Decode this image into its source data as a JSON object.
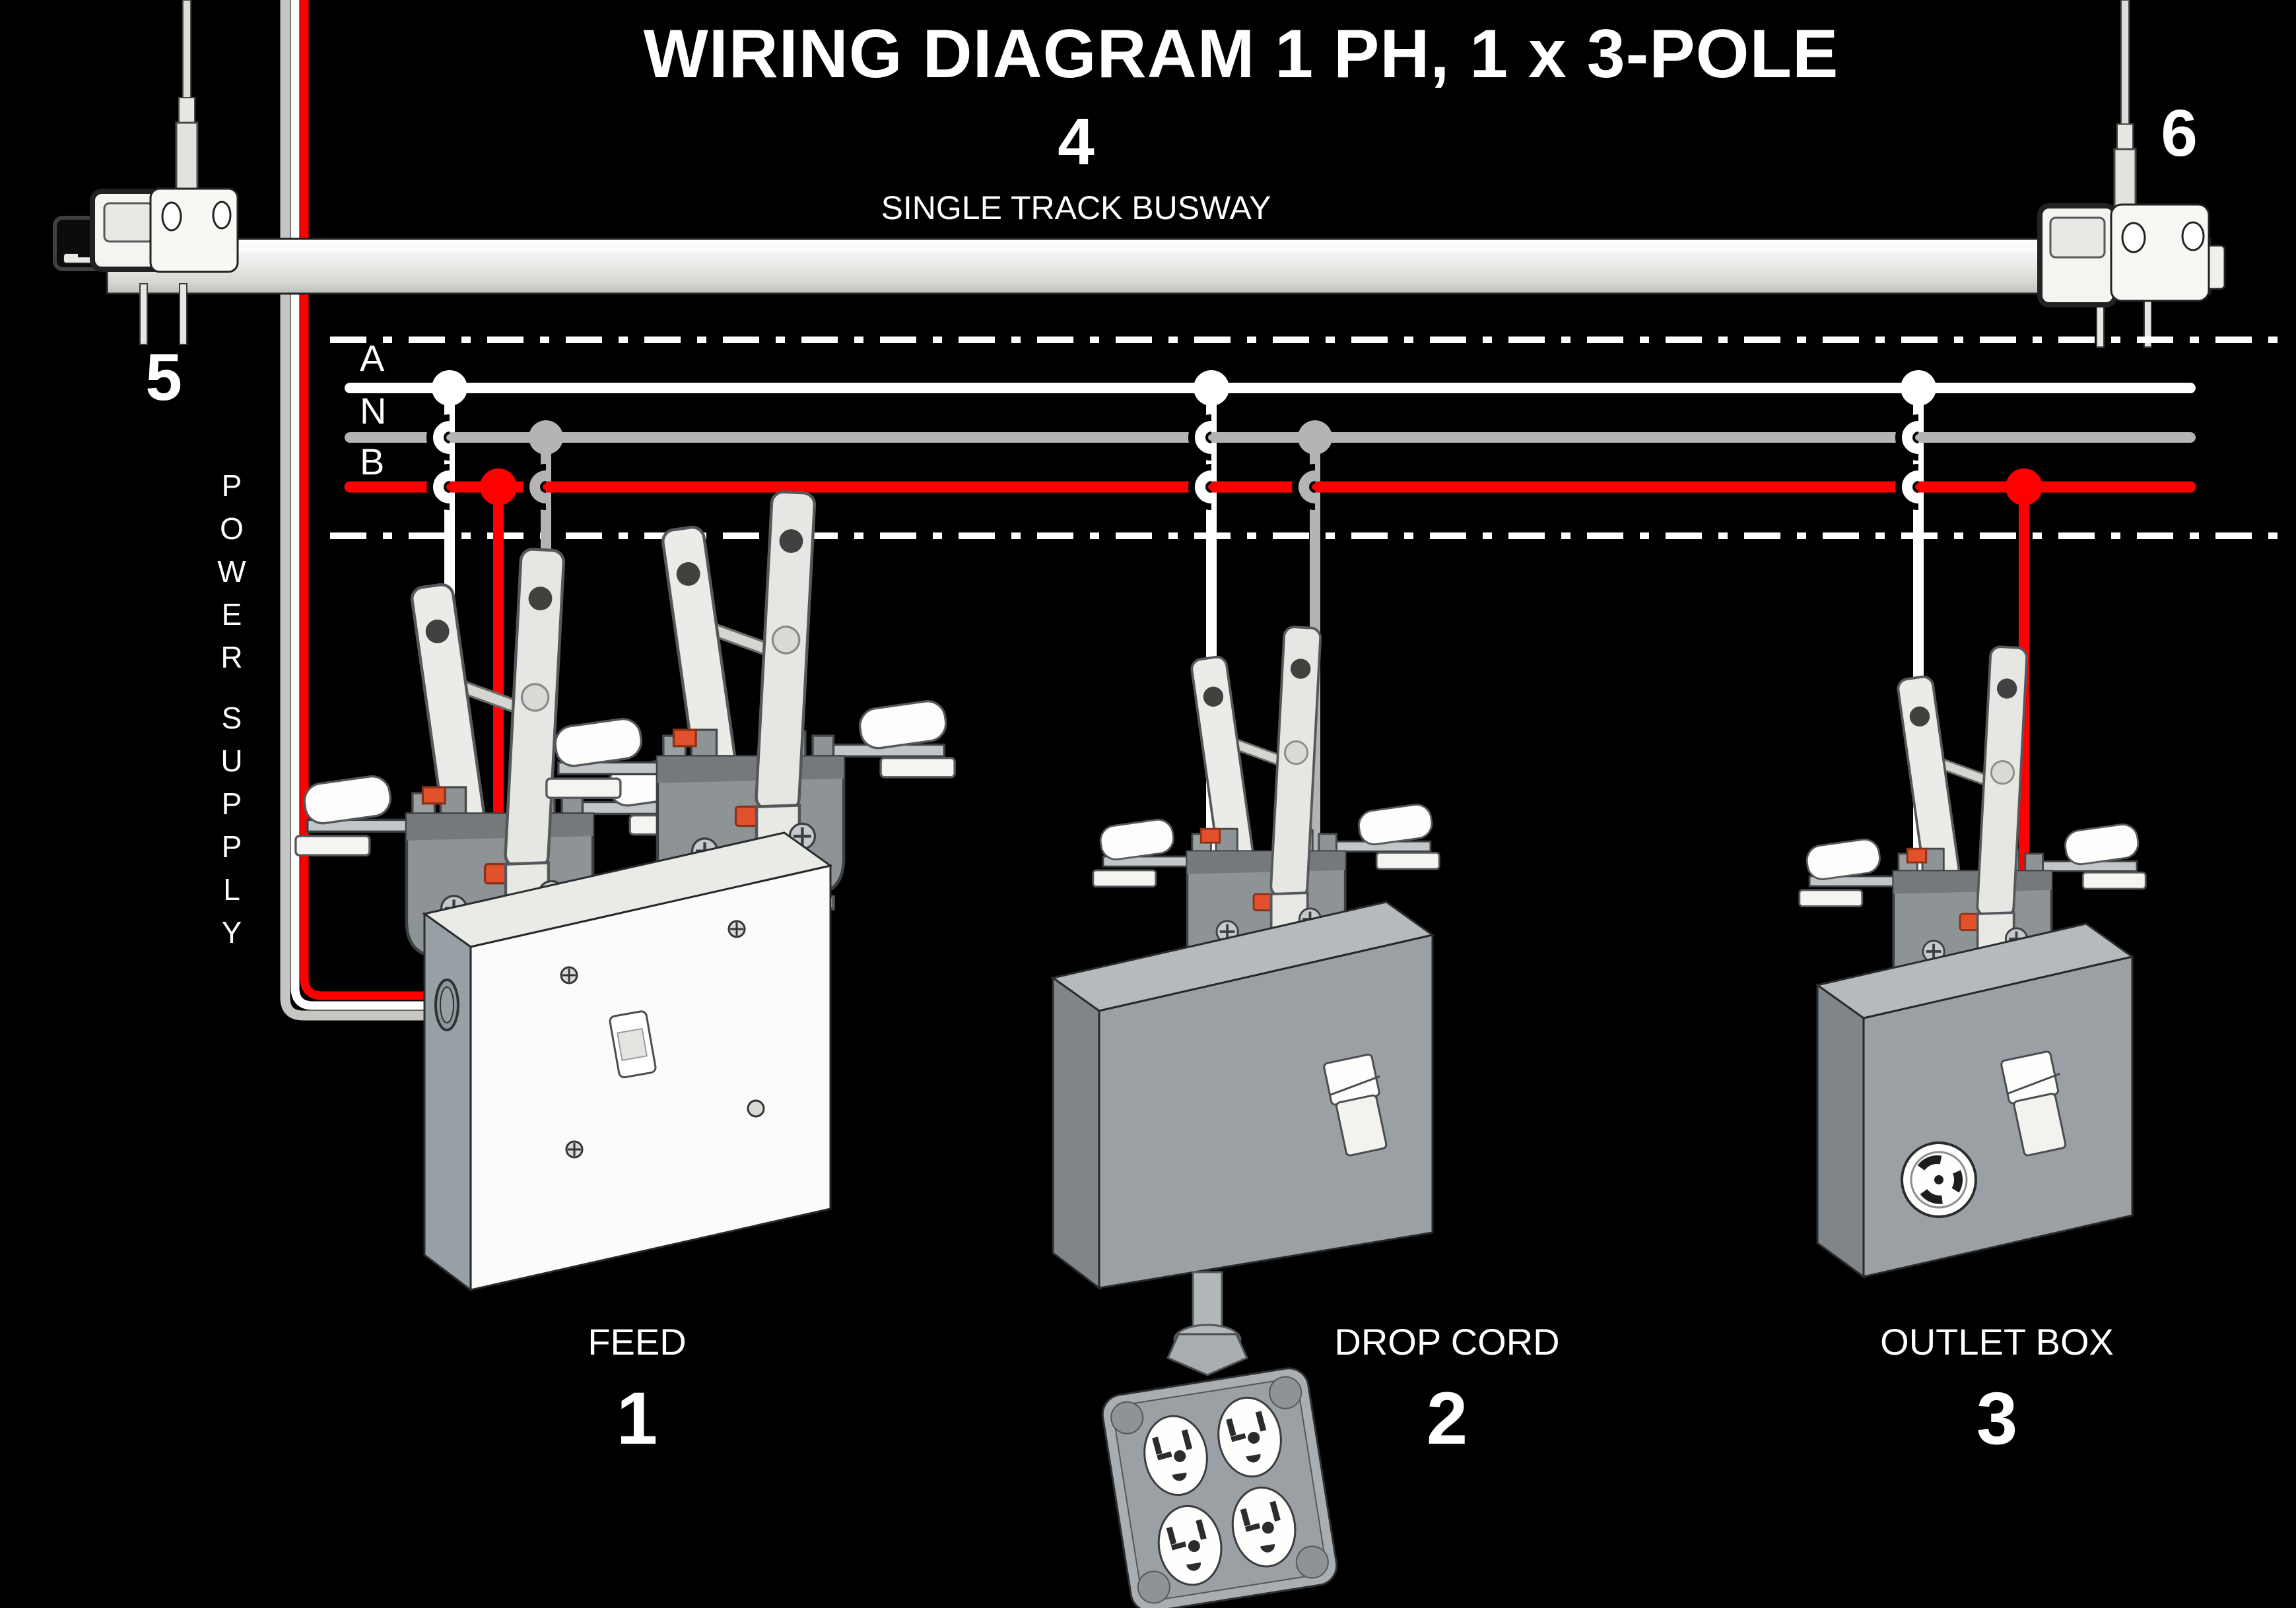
{
  "title": "WIRING DIAGRAM 1 PH, 1 x 3-POLE",
  "busway": {
    "number": "4",
    "caption": "SINGLE TRACK BUSWAY",
    "left_end_number": "5",
    "right_end_number": "6"
  },
  "power_supply": {
    "word1": "POWER",
    "word2": "SUPPLY"
  },
  "wire_labels": {
    "phase_a": "A",
    "neutral": "N",
    "phase_b": "B"
  },
  "devices": [
    {
      "label": "FEED",
      "number": "1"
    },
    {
      "label": "DROP CORD",
      "number": "2"
    },
    {
      "label": "OUTLET BOX",
      "number": "3"
    }
  ],
  "colors": {
    "background": "#000000",
    "phase_a_wire": "#ffffff",
    "neutral_wire": "#b4b4b4",
    "phase_b_wire": "#ff0000",
    "busway": "#f0f0ec",
    "connector_body": "#8e9396",
    "connector_accent": "#e2512b",
    "device_box": "#9aa0a3",
    "feed_box": "#fbfbf9"
  }
}
